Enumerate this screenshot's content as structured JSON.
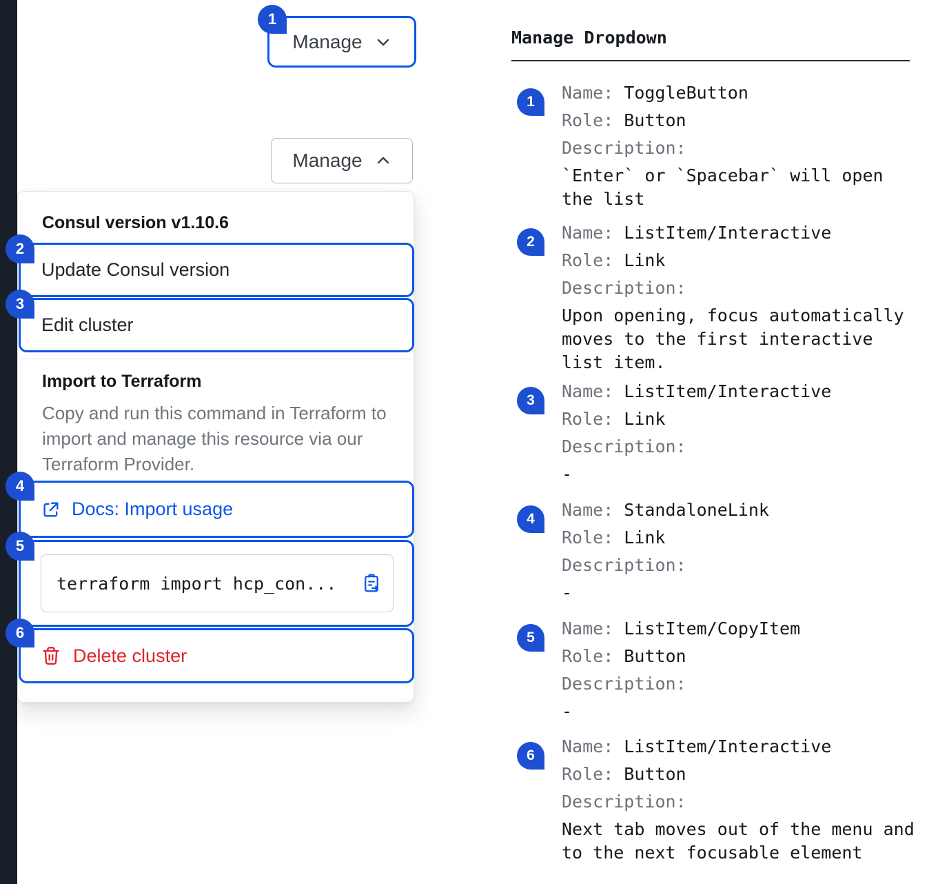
{
  "colors": {
    "accent": "#0c56e9",
    "badge_blue": "#1c4fd1",
    "link_blue": "#0c56e9",
    "danger_red": "#e0232d",
    "text_dark": "#15191f",
    "text_muted": "#6d737b",
    "rail_dark": "#1a202a"
  },
  "icons": {
    "toggle_closed": "chevron-down-icon",
    "toggle_open": "chevron-up-icon",
    "docs_link": "external-link-icon",
    "copy_command": "clipboard-copy-icon",
    "delete": "trash-icon"
  },
  "toggle_closed": {
    "badge": "1",
    "label": "Manage"
  },
  "toggle_open": {
    "label": "Manage"
  },
  "dropdown": {
    "version_header": "Consul version v1.10.6",
    "items": [
      {
        "badge": "2",
        "label": "Update Consul version"
      },
      {
        "badge": "3",
        "label": "Edit cluster"
      }
    ],
    "import_title": "Import to Terraform",
    "import_description": "Copy and run this command in Terraform to import and manage this resource via our Terraform Provider.",
    "docs_link": {
      "badge": "4",
      "label": "Docs: Import usage"
    },
    "copy_item": {
      "badge": "5",
      "command": "terraform import hcp_con..."
    },
    "delete_item": {
      "badge": "6",
      "label": "Delete cluster"
    }
  },
  "doc_panel": {
    "title": "Manage Dropdown",
    "labels": {
      "name": "Name:",
      "role": "Role:",
      "description": "Description:"
    },
    "entries": [
      {
        "num": "1",
        "name": "ToggleButton",
        "role": "Button",
        "description": "`Enter` or `Spacebar` will open the list"
      },
      {
        "num": "2",
        "name": "ListItem/Interactive",
        "role": "Link",
        "description": "Upon opening, focus automatically moves to the first interactive list item."
      },
      {
        "num": "3",
        "name": "ListItem/Interactive",
        "role": "Link",
        "description": "-"
      },
      {
        "num": "4",
        "name": "StandaloneLink",
        "role": "Link",
        "description": "-"
      },
      {
        "num": "5",
        "name": "ListItem/CopyItem",
        "role": "Button",
        "description": "-"
      },
      {
        "num": "6",
        "name": "ListItem/Interactive",
        "role": "Button",
        "description": "Next tab moves out of the menu and to the next focusable element"
      }
    ]
  }
}
